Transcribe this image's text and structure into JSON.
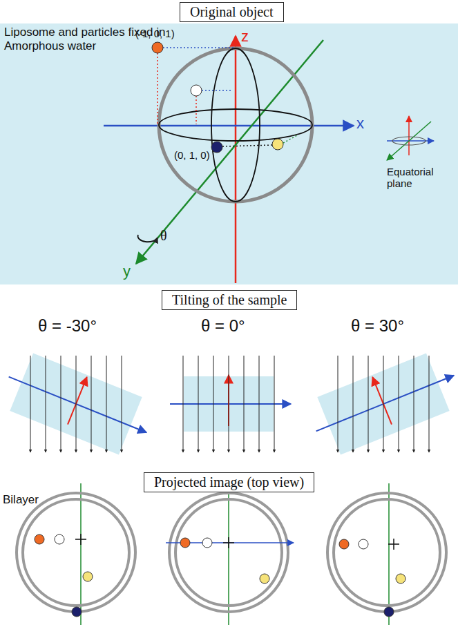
{
  "diagram": {
    "nodes": [
      {
        "text": [
          "Original object"
        ]
      },
      {
        "text": [
          "Tilting of the sample"
        ]
      },
      {
        "text": [
          "Projected image (top view)"
        ]
      }
    ],
    "labels": [
      "Liposome and particles fixed in Amorphous water",
      "z",
      "x",
      "y",
      "(-1, 0, 1)",
      "(0, 1, 0)",
      "θ",
      "Equatorial plane",
      "θ = -30°",
      "θ = 0°",
      "θ = 30°",
      "Bilayer"
    ]
  }
}
